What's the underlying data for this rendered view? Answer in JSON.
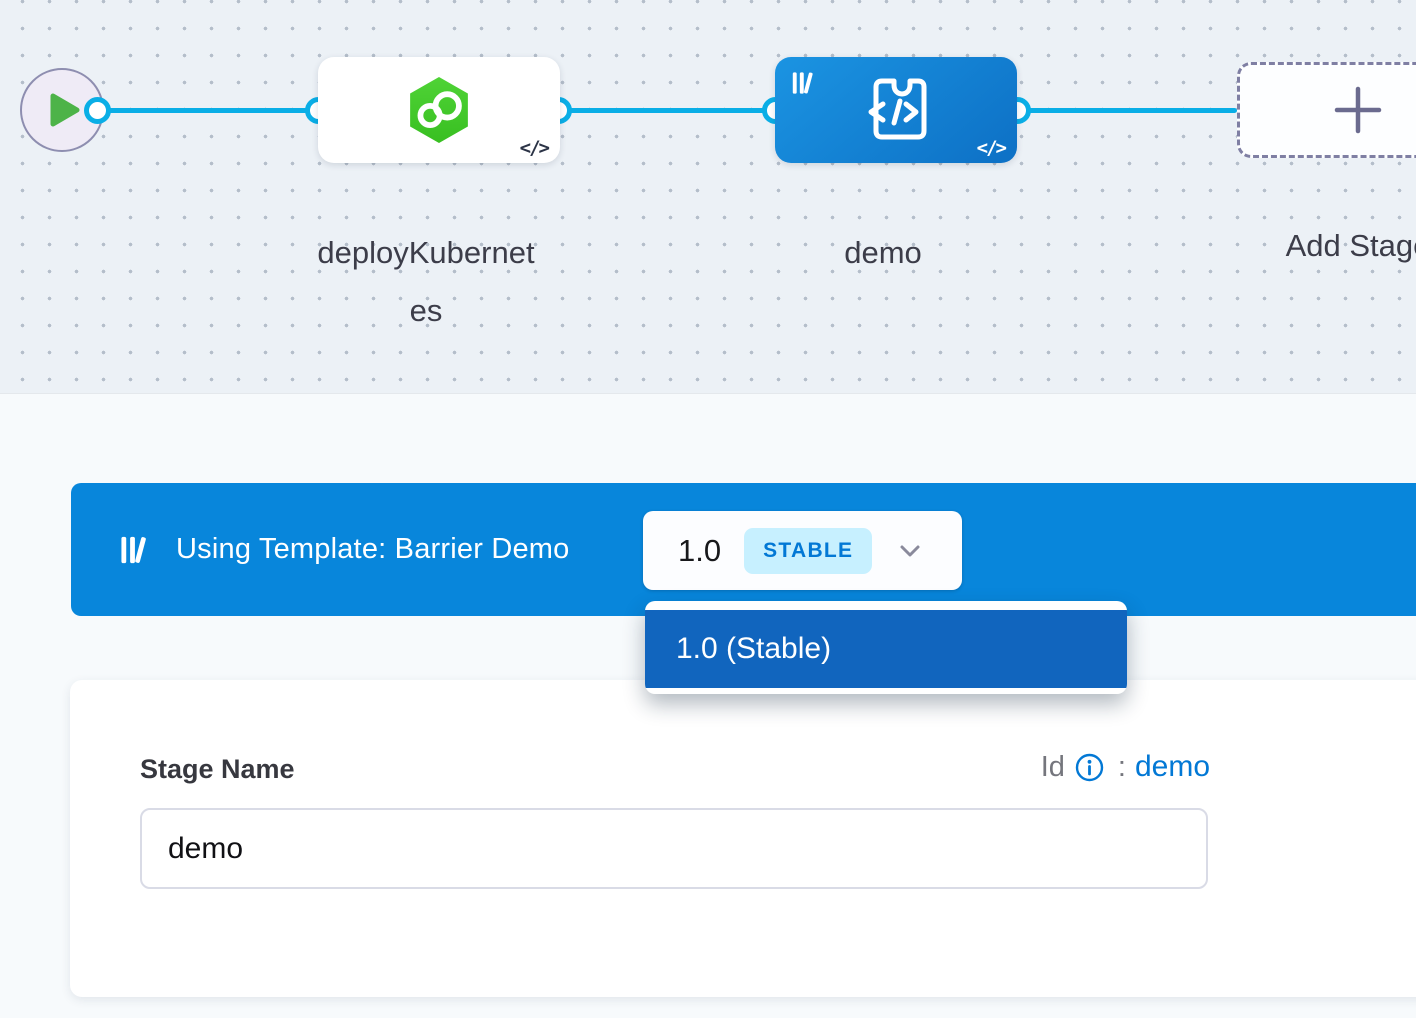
{
  "pipeline": {
    "stages": [
      {
        "label": "deployKubernetes",
        "type": "deploy"
      },
      {
        "label": "demo",
        "type": "custom-templated"
      },
      {
        "label": "Add Stage",
        "type": "add"
      }
    ],
    "code_toggle": "</>"
  },
  "template_banner": {
    "title": "Using Template: Barrier Demo",
    "version": "1.0",
    "badge": "STABLE"
  },
  "version_menu": {
    "items": [
      {
        "label": "1.0 (Stable)",
        "selected": true
      }
    ]
  },
  "stage_form": {
    "name_label": "Stage Name",
    "name_value": "demo",
    "id_label": "Id",
    "id_colon": ":",
    "id_value": "demo"
  },
  "colors": {
    "banner_blue": "#0886DB",
    "selected_stage_blue_top": "#1B94E2",
    "selected_stage_blue_bottom": "#0D70C5",
    "edge_blue": "#0AAEE6",
    "deploy_green": "#42C72B",
    "stable_badge_bg": "#C7F0FF",
    "stable_badge_text": "#0278D5",
    "link_blue": "#0278D5",
    "menu_item_blue": "#1165BE",
    "dashed_border": "#7F7FA3",
    "canvas_bg": "#ECF1F6"
  }
}
